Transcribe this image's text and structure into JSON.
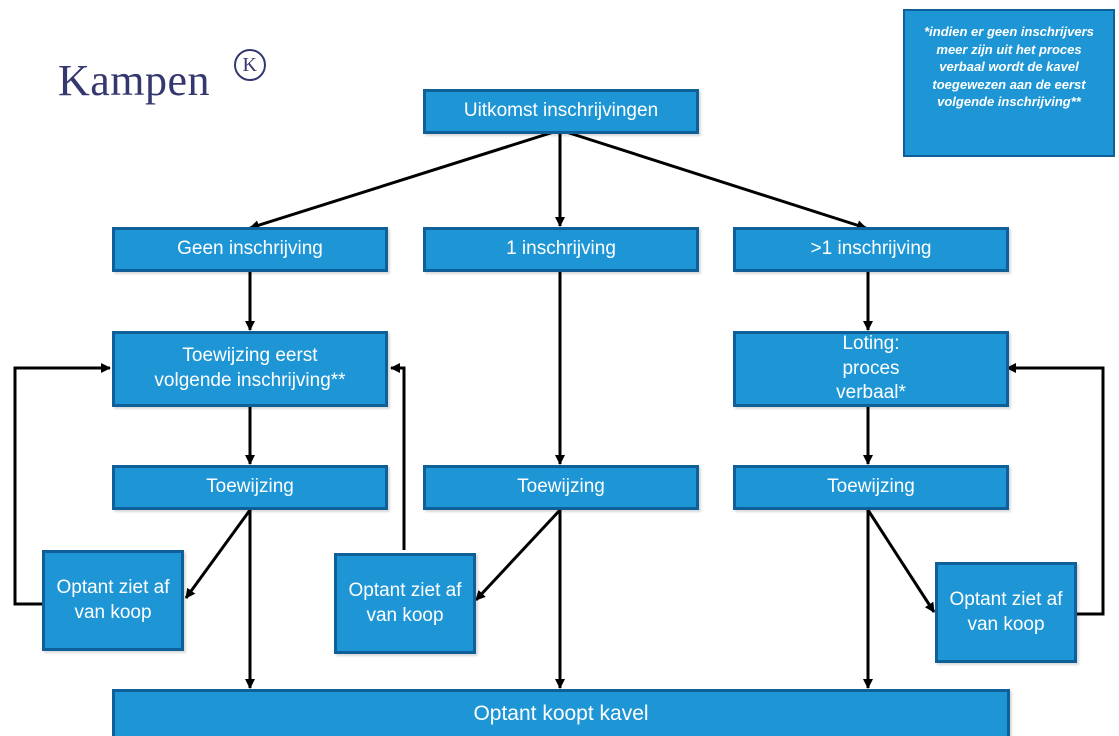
{
  "logo": {
    "text": "Kampen",
    "mark": "K"
  },
  "note": "*indien er geen inschrijvers meer zijn uit het proces verbaal wordt de kavel toegewezen aan de eerst volgende inschrijving**",
  "nodes": {
    "uitkomst": "Uitkomst inschrijvingen",
    "geen": "Geen inschrijving",
    "een": "1 inschrijving",
    "meer": ">1 inschrijving",
    "toewijzing_eerst": "Toewijzing eerst volgende inschrijving**",
    "loting": "Loting: proces verbaal*",
    "toewijzing_links": "Toewijzing",
    "toewijzing_midden": "Toewijzing",
    "toewijzing_rechts": "Toewijzing",
    "optant_af_links": "Optant ziet af van koop",
    "optant_af_midden": "Optant ziet af van koop",
    "optant_af_rechts": "Optant ziet af van koop",
    "koopt": "Optant koopt kavel"
  },
  "colors": {
    "box_fill": "#1e96d6",
    "box_border": "#0f5f99",
    "arrow": "#000000",
    "logo": "#35386e"
  }
}
